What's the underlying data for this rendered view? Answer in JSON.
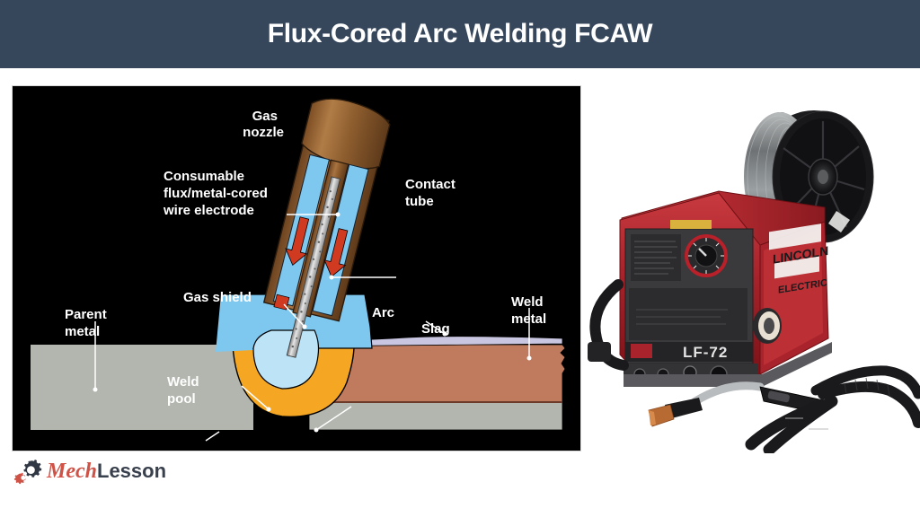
{
  "header": {
    "title": "Flux-Cored Arc Welding FCAW",
    "background_color": "#36475c",
    "text_color": "#ffffff"
  },
  "diagram": {
    "panel_background": "#000000",
    "labels": {
      "gas_nozzle_line1": "Gas",
      "gas_nozzle_line2": "nozzle",
      "consumable_line1": "Consumable",
      "consumable_line2": "flux/metal-cored",
      "consumable_line3": "wire electrode",
      "contact_tube_line1": "Contact",
      "contact_tube_line2": "tube",
      "gas_shield": "Gas shield",
      "arc": "Arc",
      "slag": "Slag",
      "weld_metal_line1": "Weld",
      "weld_metal_line2": "metal",
      "parent_metal_line1": "Parent",
      "parent_metal_line2": "metal",
      "weld_pool_line1": "Weld",
      "weld_pool_line2": "pool"
    },
    "colors": {
      "torch_body": "#8a5a2b",
      "torch_body_light": "#a87340",
      "torch_body_dark": "#6d4420",
      "gas_shield": "#7ec8f0",
      "gas_shield_inner": "#bde3f7",
      "weld_pool": "#f5a623",
      "parent_metal": "#b2b6ae",
      "weld_metal": "#c07a5e",
      "slag": "#c8c6e0",
      "arrow_red": "#cf3a20",
      "wire_electrode": "#d9d9d9",
      "label_text": "#ffffff",
      "leader_line": "#ffffff"
    }
  },
  "photo": {
    "machine_brand_line1": "LINCOLN",
    "machine_brand_line2": "ELECTRIC",
    "machine_model": "LF-72",
    "description": "Lincoln Electric LF-72 wire feeder with wire spool, welding gun and cables",
    "colors": {
      "body_red": "#a8232b",
      "body_red_light": "#c83a3f",
      "body_red_dark": "#7d1218",
      "panel_dark": "#3a3a3c",
      "panel_black": "#242426",
      "spool_black": "#1c1c1e",
      "wire_silver": "#8d8f90",
      "cable_black": "#1a1a1c",
      "copper": "#b86a33",
      "background": "#ffffff"
    }
  },
  "footer": {
    "logo_part1": "Mech",
    "logo_part2": "Lesson",
    "logo_color1": "#cf5247",
    "logo_color2": "#39404d",
    "gear_large_color": "#2f3744",
    "gear_small_color": "#cf5247"
  }
}
